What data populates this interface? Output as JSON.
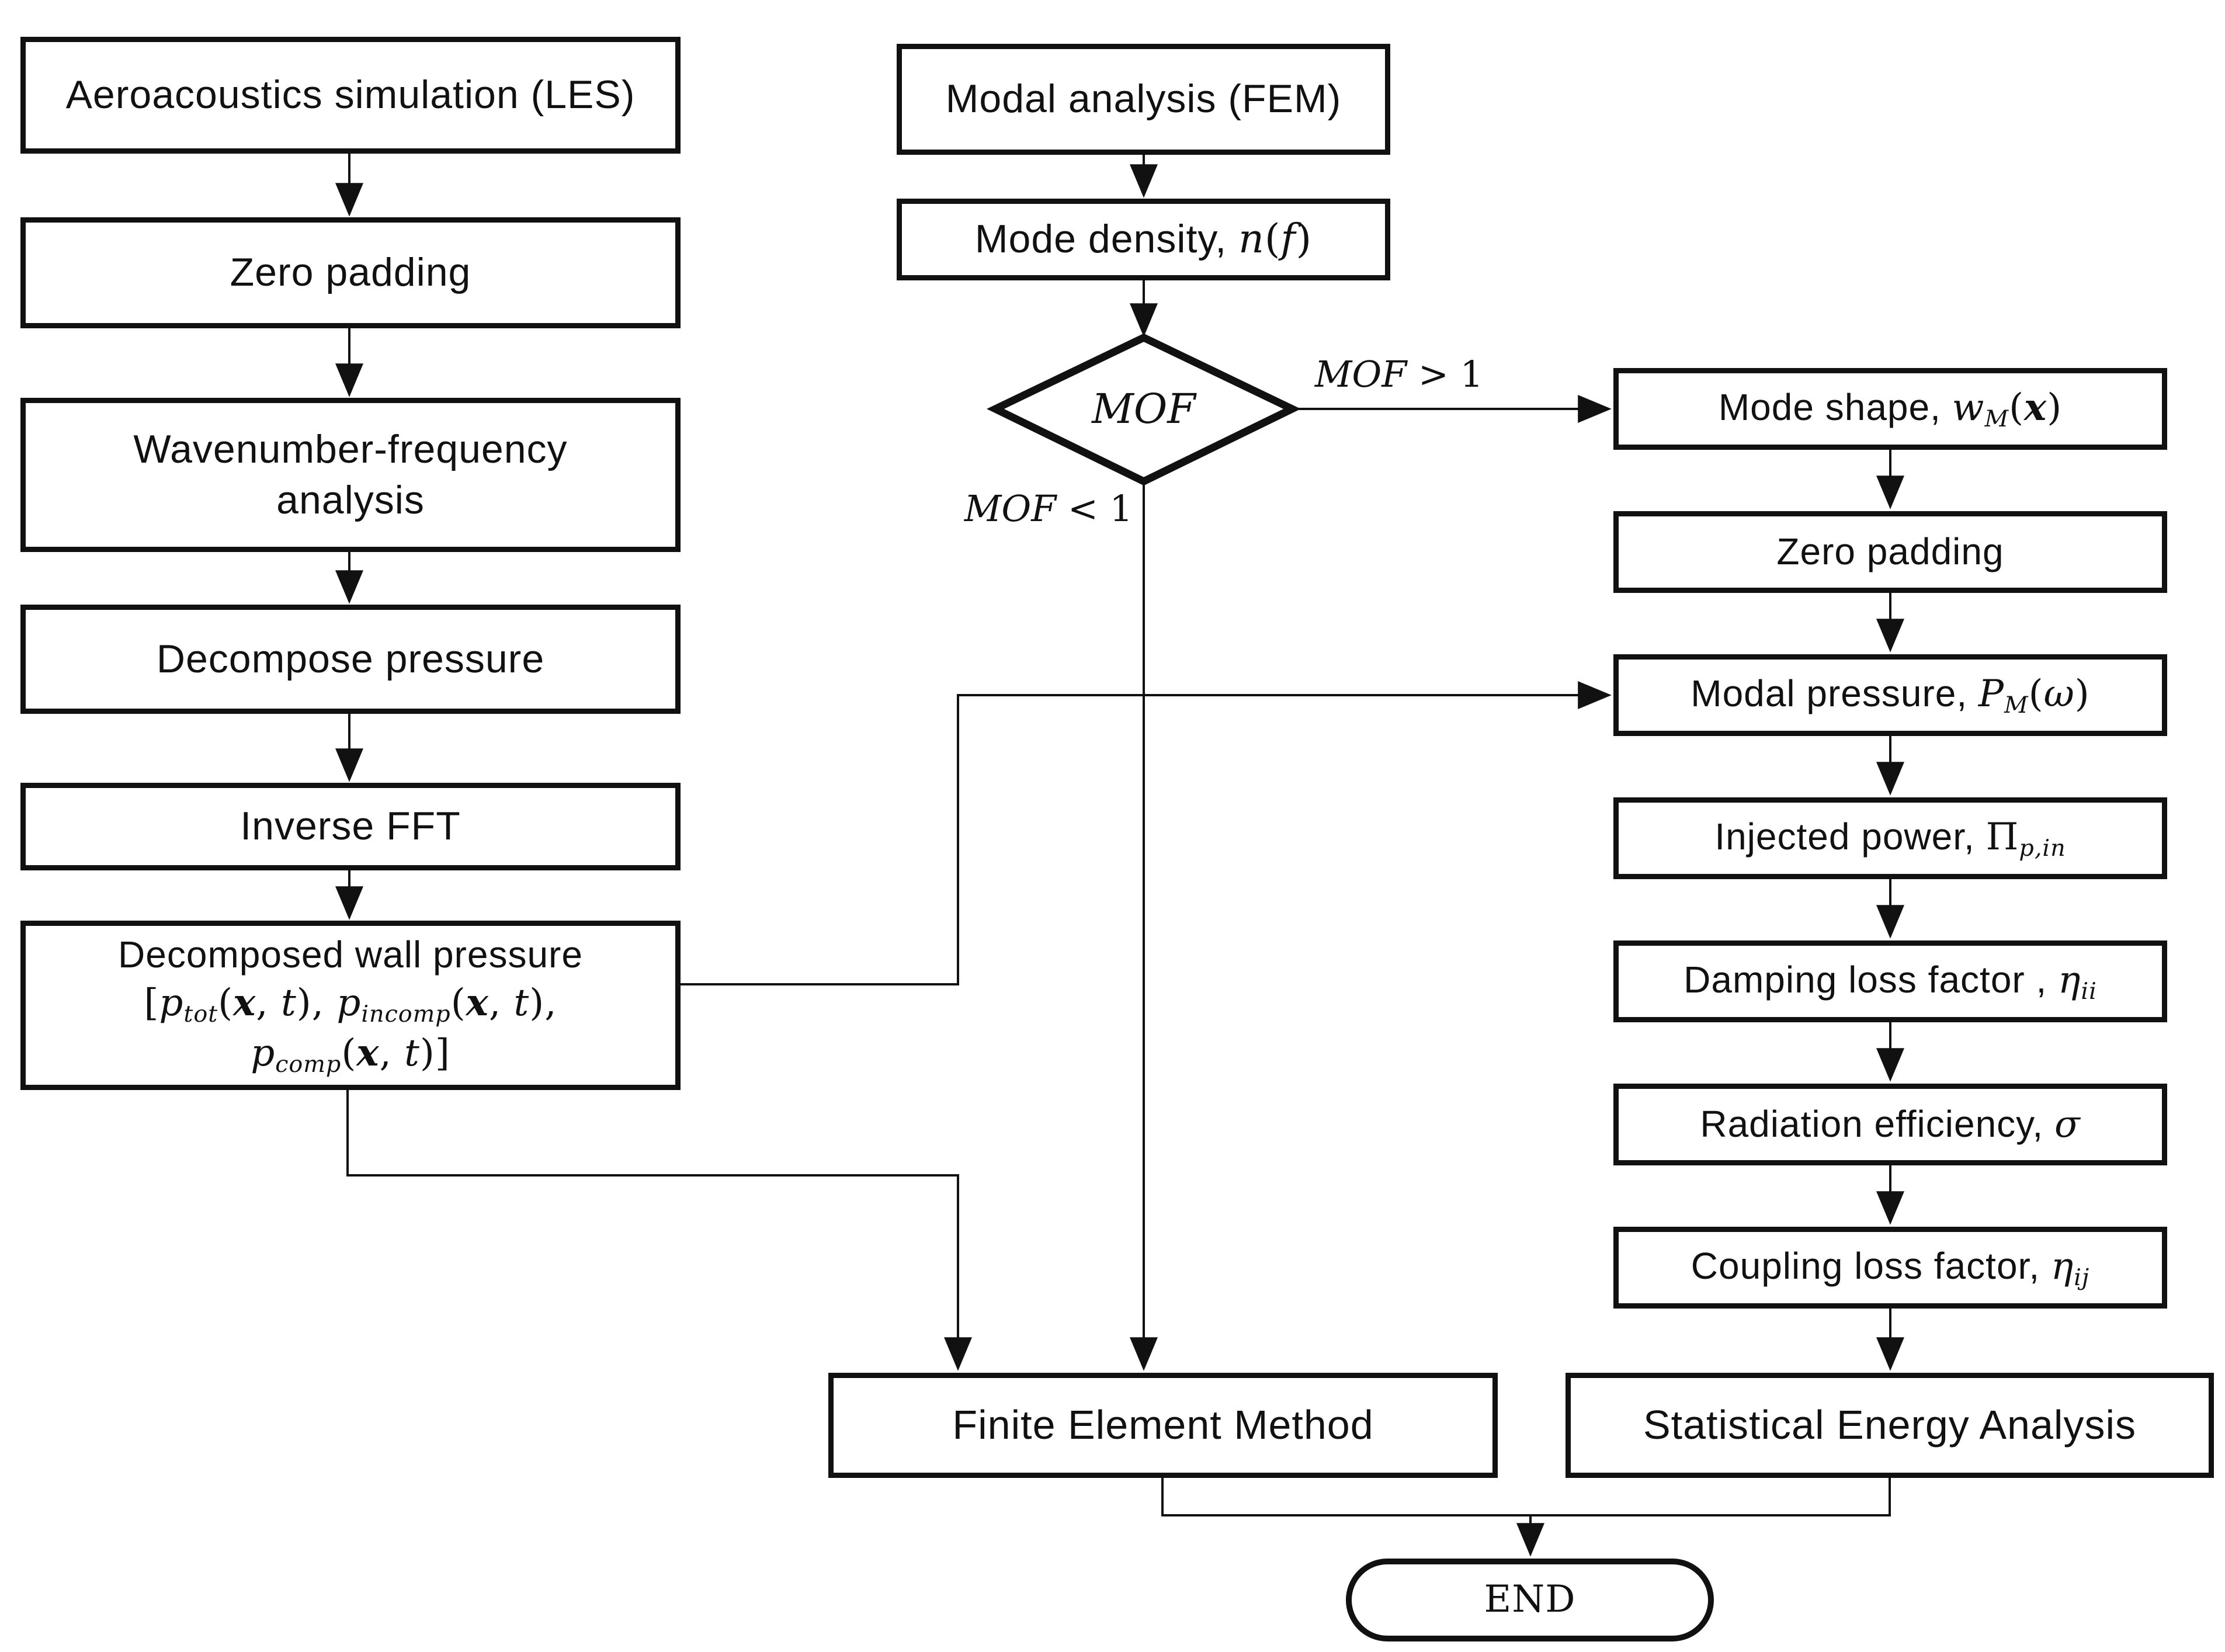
{
  "colors": {
    "ink": "#111111",
    "background": "#ffffff"
  },
  "nodes": {
    "aeroacoustics": {
      "parts": [
        {
          "t": "Aeroacoustics simulation (LES)",
          "s": ""
        }
      ]
    },
    "zero_padding_left": {
      "parts": [
        {
          "t": "Zero padding",
          "s": ""
        }
      ]
    },
    "wavenumber_frequency": {
      "parts": [
        {
          "t": "Wavenumber-frequency",
          "s": ""
        },
        {
          "t": "",
          "s": "br"
        },
        {
          "t": "analysis",
          "s": ""
        }
      ]
    },
    "decompose_pressure": {
      "parts": [
        {
          "t": "Decompose pressure",
          "s": ""
        }
      ]
    },
    "inverse_fft": {
      "parts": [
        {
          "t": "Inverse FFT",
          "s": ""
        }
      ]
    },
    "decomposed_wall_pressure": {
      "parts": [
        {
          "t": "Decomposed wall pressure",
          "s": ""
        },
        {
          "t": "",
          "s": "br"
        },
        {
          "t": "[",
          "s": "rm"
        },
        {
          "t": "p",
          "s": "i"
        },
        {
          "t": "tot",
          "s": "sub"
        },
        {
          "t": "(",
          "s": "rm"
        },
        {
          "t": "x",
          "s": "bi"
        },
        {
          "t": ", ",
          "s": "rm"
        },
        {
          "t": "t",
          "s": "i"
        },
        {
          "t": "), ",
          "s": "rm"
        },
        {
          "t": "p",
          "s": "i"
        },
        {
          "t": "incomp",
          "s": "sub"
        },
        {
          "t": "(",
          "s": "rm"
        },
        {
          "t": "x",
          "s": "bi"
        },
        {
          "t": ", ",
          "s": "rm"
        },
        {
          "t": "t",
          "s": "i"
        },
        {
          "t": "),",
          "s": "rm"
        },
        {
          "t": "",
          "s": "br"
        },
        {
          "t": "p",
          "s": "i"
        },
        {
          "t": "comp",
          "s": "sub"
        },
        {
          "t": "(",
          "s": "rm"
        },
        {
          "t": "x",
          "s": "bi"
        },
        {
          "t": ", ",
          "s": "rm"
        },
        {
          "t": "t",
          "s": "i"
        },
        {
          "t": ")]",
          "s": "rm"
        }
      ]
    },
    "modal_analysis": {
      "parts": [
        {
          "t": "Modal analysis (FEM)",
          "s": ""
        }
      ]
    },
    "mode_density": {
      "parts": [
        {
          "t": "Mode density, ",
          "s": ""
        },
        {
          "t": "n",
          "s": "i"
        },
        {
          "t": "(",
          "s": "rm"
        },
        {
          "t": "f",
          "s": "i"
        },
        {
          "t": ")",
          "s": "rm"
        }
      ]
    },
    "mof_decision": {
      "parts": [
        {
          "t": "MOF",
          "s": "i"
        }
      ]
    },
    "label_mof_gt_1": {
      "parts": [
        {
          "t": "MOF",
          "s": "i"
        },
        {
          "t": " > 1",
          "s": "rm"
        }
      ]
    },
    "label_mof_lt_1": {
      "parts": [
        {
          "t": "MOF",
          "s": "i"
        },
        {
          "t": " < 1",
          "s": "rm"
        }
      ]
    },
    "mode_shape": {
      "parts": [
        {
          "t": "Mode shape, ",
          "s": ""
        },
        {
          "t": "w",
          "s": "i"
        },
        {
          "t": "M",
          "s": "sub"
        },
        {
          "t": "(",
          "s": "rm"
        },
        {
          "t": "x",
          "s": "bi"
        },
        {
          "t": ")",
          "s": "rm"
        }
      ]
    },
    "zero_padding_right": {
      "parts": [
        {
          "t": "Zero padding",
          "s": ""
        }
      ]
    },
    "modal_pressure": {
      "parts": [
        {
          "t": "Modal pressure, ",
          "s": ""
        },
        {
          "t": "P",
          "s": "i"
        },
        {
          "t": "M",
          "s": "sub"
        },
        {
          "t": "(",
          "s": "rm"
        },
        {
          "t": "ω",
          "s": "i"
        },
        {
          "t": ")",
          "s": "rm"
        }
      ]
    },
    "injected_power": {
      "parts": [
        {
          "t": "Injected power, ",
          "s": ""
        },
        {
          "t": "Π",
          "s": "rm"
        },
        {
          "t": "p,in",
          "s": "sub"
        }
      ]
    },
    "damping_loss_factor": {
      "parts": [
        {
          "t": "Damping loss factor , ",
          "s": ""
        },
        {
          "t": "η",
          "s": "i"
        },
        {
          "t": "ii",
          "s": "sub"
        }
      ]
    },
    "radiation_efficiency": {
      "parts": [
        {
          "t": "Radiation efficiency, ",
          "s": ""
        },
        {
          "t": "σ",
          "s": "i"
        }
      ]
    },
    "coupling_loss_factor": {
      "parts": [
        {
          "t": "Coupling loss factor, ",
          "s": ""
        },
        {
          "t": "η",
          "s": "i"
        },
        {
          "t": "ij",
          "s": "sub"
        }
      ]
    },
    "finite_element_method": {
      "parts": [
        {
          "t": "Finite Element Method",
          "s": ""
        }
      ]
    },
    "statistical_energy_analysis": {
      "parts": [
        {
          "t": "Statistical Energy Analysis",
          "s": ""
        }
      ]
    },
    "end": {
      "parts": [
        {
          "t": "END",
          "s": "rm"
        }
      ]
    }
  }
}
